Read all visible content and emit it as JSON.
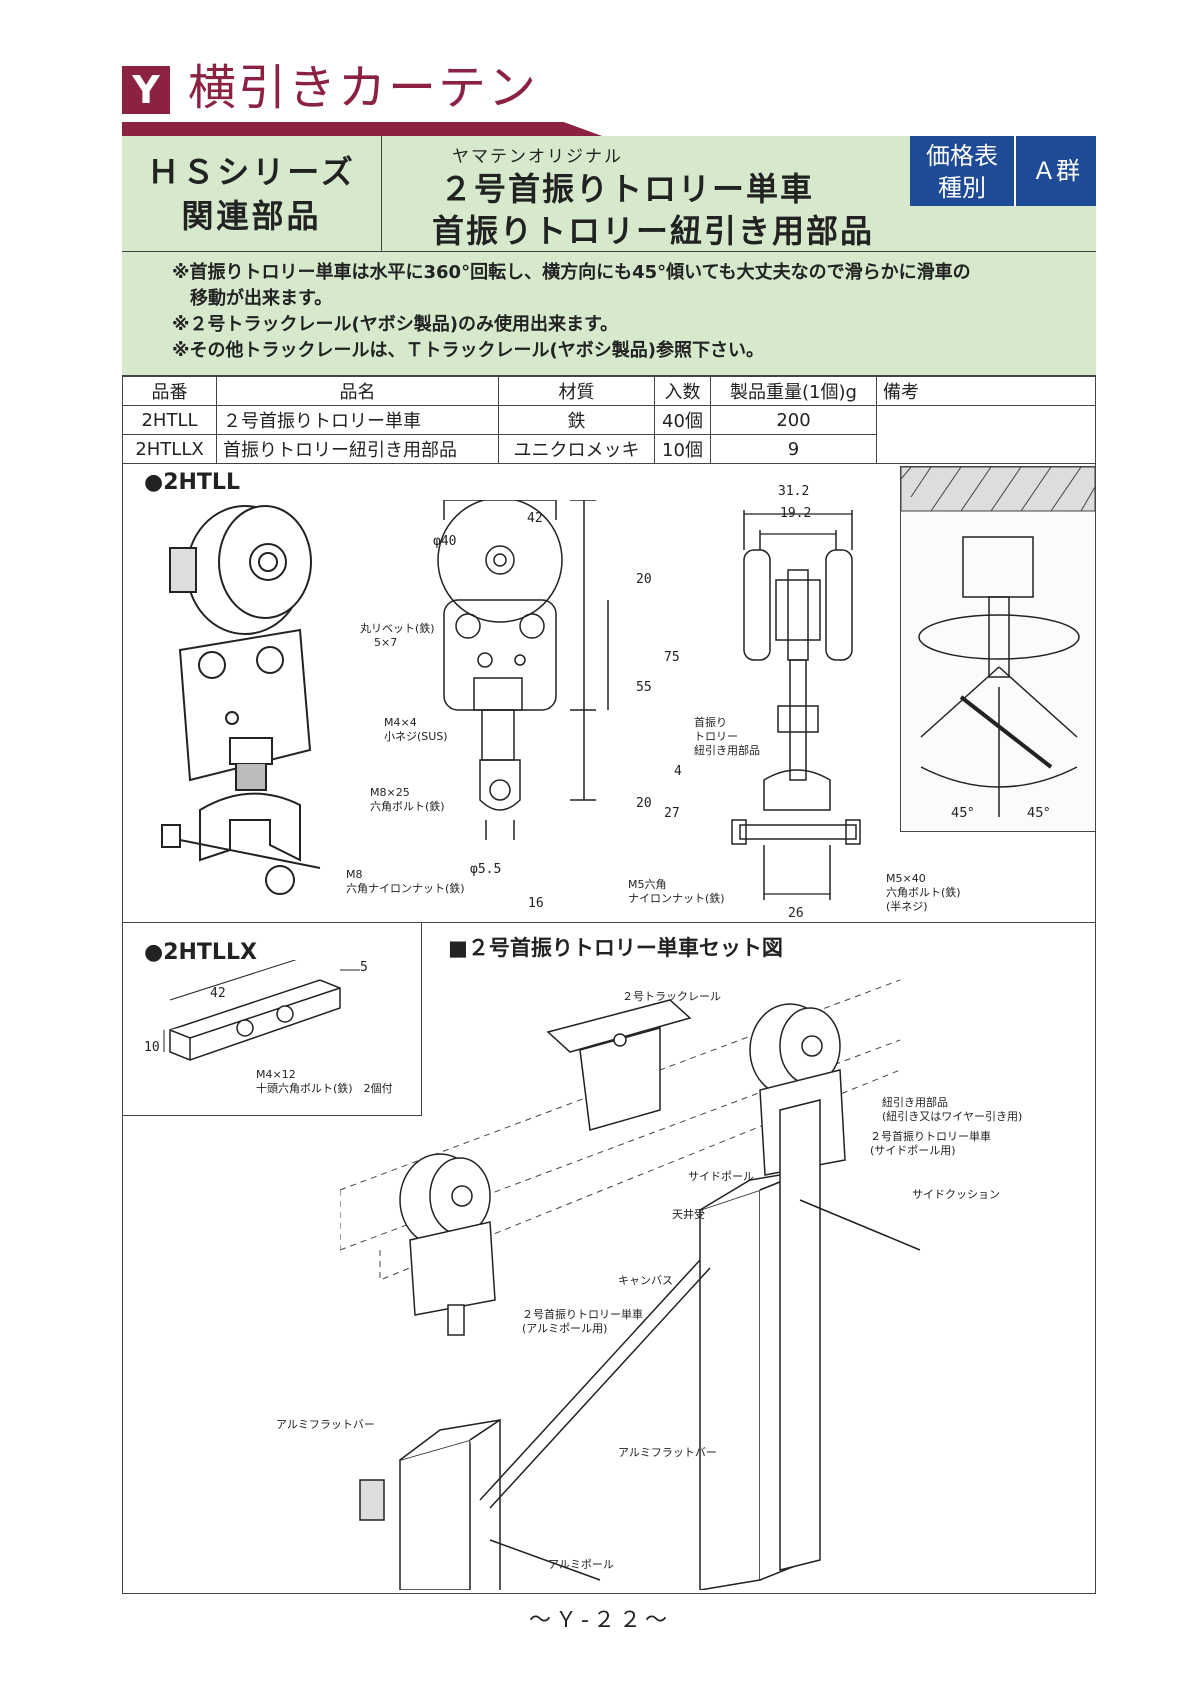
{
  "header": {
    "badge": "Y",
    "title": "横引きカーテン"
  },
  "series_box": {
    "line1": "ＨＳシリーズ",
    "line2": "関連部品"
  },
  "title_box": {
    "subtitle": "ヤマテンオリジナル",
    "line1": "２号首振りトロリー単車",
    "line2": "首振りトロリー紐引き用部品"
  },
  "price_box": {
    "label_line1": "価格表",
    "label_line2": "種別",
    "group": "Ａ群"
  },
  "notes": [
    "※首振りトロリー単車は水平に360°回転し、横方向にも45°傾いても大丈夫なので滑らかに滑車の",
    "　移動が出来ます。",
    "※２号トラックレール(ヤボシ製品)のみ使用出来ます。",
    "※その他トラックレールは、Ｔトラックレール(ヤボシ製品)参照下さい。"
  ],
  "table": {
    "headers": [
      "品番",
      "品名",
      "材質",
      "入数",
      "製品重量(1個)g",
      "備考"
    ],
    "rows": [
      [
        "2HTLL",
        "２号首振りトロリー単車",
        "鉄",
        "40個",
        "200",
        ""
      ],
      [
        "2HTLLX",
        "首振りトロリー紐引き用部品",
        "ユニクロメッキ",
        "10個",
        "9",
        ""
      ]
    ]
  },
  "section_2htll": {
    "title": "●2HTLL",
    "dims": {
      "d42": "42",
      "phi40": "φ40",
      "d20a": "20",
      "d75": "75",
      "d55": "55",
      "d4": "4",
      "d20b": "20",
      "d27": "27",
      "phi55": "φ5.5",
      "d16": "16",
      "d312": "31.2",
      "d192": "19.2",
      "d26": "26"
    },
    "labels": {
      "rivet1": "丸リベット(鉄)",
      "rivet2": "5×7",
      "screw1": "M4×4",
      "screw2": "小ネジ(SUS)",
      "bolt1": "M8×25",
      "bolt2": "六角ボルト(鉄)",
      "nut1": "M8",
      "nut2": "六角ナイロンナット(鉄)",
      "part1": "首振り",
      "part2": "トロリー",
      "part3": "紐引き用部品",
      "m5nut1": "M5六角",
      "m5nut2": "ナイロンナット(鉄)",
      "m5bolt1": "M5×40",
      "m5bolt2": "六角ボルト(鉄)",
      "m5bolt3": "(半ネジ)"
    },
    "angle_left": "45°",
    "angle_right": "45°"
  },
  "section_2htllx": {
    "title": "●2HTLLX",
    "d5": "5",
    "d42": "42",
    "d10": "10",
    "bolt1": "M4×12",
    "bolt2": "十頭六角ボルト(鉄)　2個付"
  },
  "set_diagram": {
    "title": "■２号首振りトロリー単車セット図",
    "labels": {
      "rail": "２号トラックレール",
      "cord1": "紐引き用部品",
      "cord2": "(紐引き又はワイヤー引き用)",
      "trolley1": "２号首振りトロリー単車",
      "trolley2": "(サイドポール用)",
      "sidepole": "サイドポール",
      "ceiling": "天井受",
      "cushion": "サイドクッション",
      "canvas": "キャンバス",
      "trolley_al1": "２号首振りトロリー単車",
      "trolley_al2": "(アルミポール用)",
      "flatbar1": "アルミフラットバー",
      "flatbar2": "アルミフラットバー",
      "alpole": "アルミポール"
    }
  },
  "footer": "～Ｙ-２２～",
  "colors": {
    "brand": "#8c2242",
    "header_green": "#d6e9cc",
    "price_blue": "#1f4b96"
  }
}
